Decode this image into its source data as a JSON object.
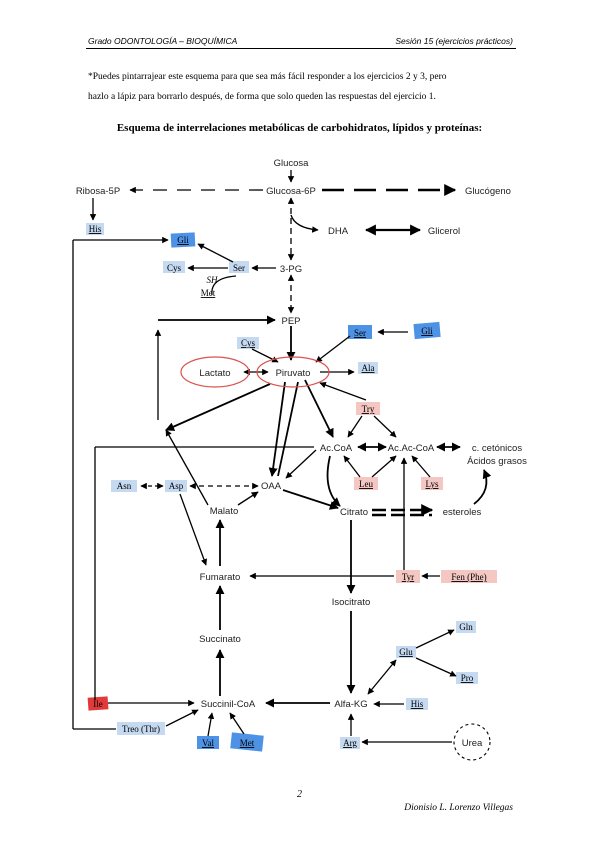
{
  "header": {
    "left": "Grado ODONTOLOGÍA – BIOQUÍMICA",
    "right": "Sesión 15 (ejercicios prácticos)"
  },
  "instructions": {
    "line1": "*Puedes pintarrajear este esquema para que sea más fácil responder a los ejercicios 2 y 3, pero",
    "line2": "hazlo a lápiz para borrarlo después, de forma que solo queden las respuestas del ejercicio 1."
  },
  "title": "Esquema de interrelaciones metabólicas de carbohidratos, lípidos y proteínas:",
  "diagram": {
    "nodes": {
      "glucosa": "Glucosa",
      "ribosa5p": "Ribosa-5P",
      "glucosa6p": "Glucosa-6P",
      "glucogeno": "Glucógeno",
      "dhap": "DHA",
      "glicerol": "Glicerol",
      "pg3": "3-PG",
      "pep": "PEP",
      "lactato": "Lactato",
      "piruvato": "Piruvato",
      "acoa": "Ac.CoA",
      "acacoa": "Ac.Ac-CoA",
      "cetonicos": "c. cetónicos",
      "acidos_grasos": "Ácidos grasos",
      "oaa": "OAA",
      "malato": "Malato",
      "citrato": "Citrato",
      "esteroles": "esteroles",
      "fumarato": "Fumarato",
      "isocitrato": "Isocitrato",
      "succinato": "Succinato",
      "succinilcoa": "Succinil-CoA",
      "alfakg": "Alfa-KG",
      "urea": "Urea",
      "sh": "SH"
    },
    "amino_acids": {
      "his_top": "His",
      "gli_top": "Gli",
      "cys_top": "Cys",
      "ser_top": "Ser",
      "met_top": "Met",
      "ser_right": "Ser",
      "gli_right": "Gli",
      "cys_mid": "Cys",
      "ala": "Ala",
      "try": "Try",
      "leu": "Leu",
      "lys": "Lys",
      "asn": "Asn",
      "asp": "Asp",
      "tyr": "Tyr",
      "fen": "Fen (Phe)",
      "gln": "Gln",
      "glu": "Glu",
      "pro": "Pro",
      "his_bottom": "His",
      "ile": "Ile",
      "treo": "Treo (Thr)",
      "val": "Val",
      "met_bottom": "Met",
      "arg": "Arg"
    },
    "colors": {
      "blue_highlight": "#2f7fe0",
      "light_blue_highlight": "#c5d9f1",
      "pink_highlight": "#f4c7c3",
      "red_highlight": "#e03a3a",
      "circle_stroke": "#d9534f"
    }
  },
  "footer": {
    "page_number": "2",
    "author": "Dionisio L. Lorenzo Villegas"
  }
}
